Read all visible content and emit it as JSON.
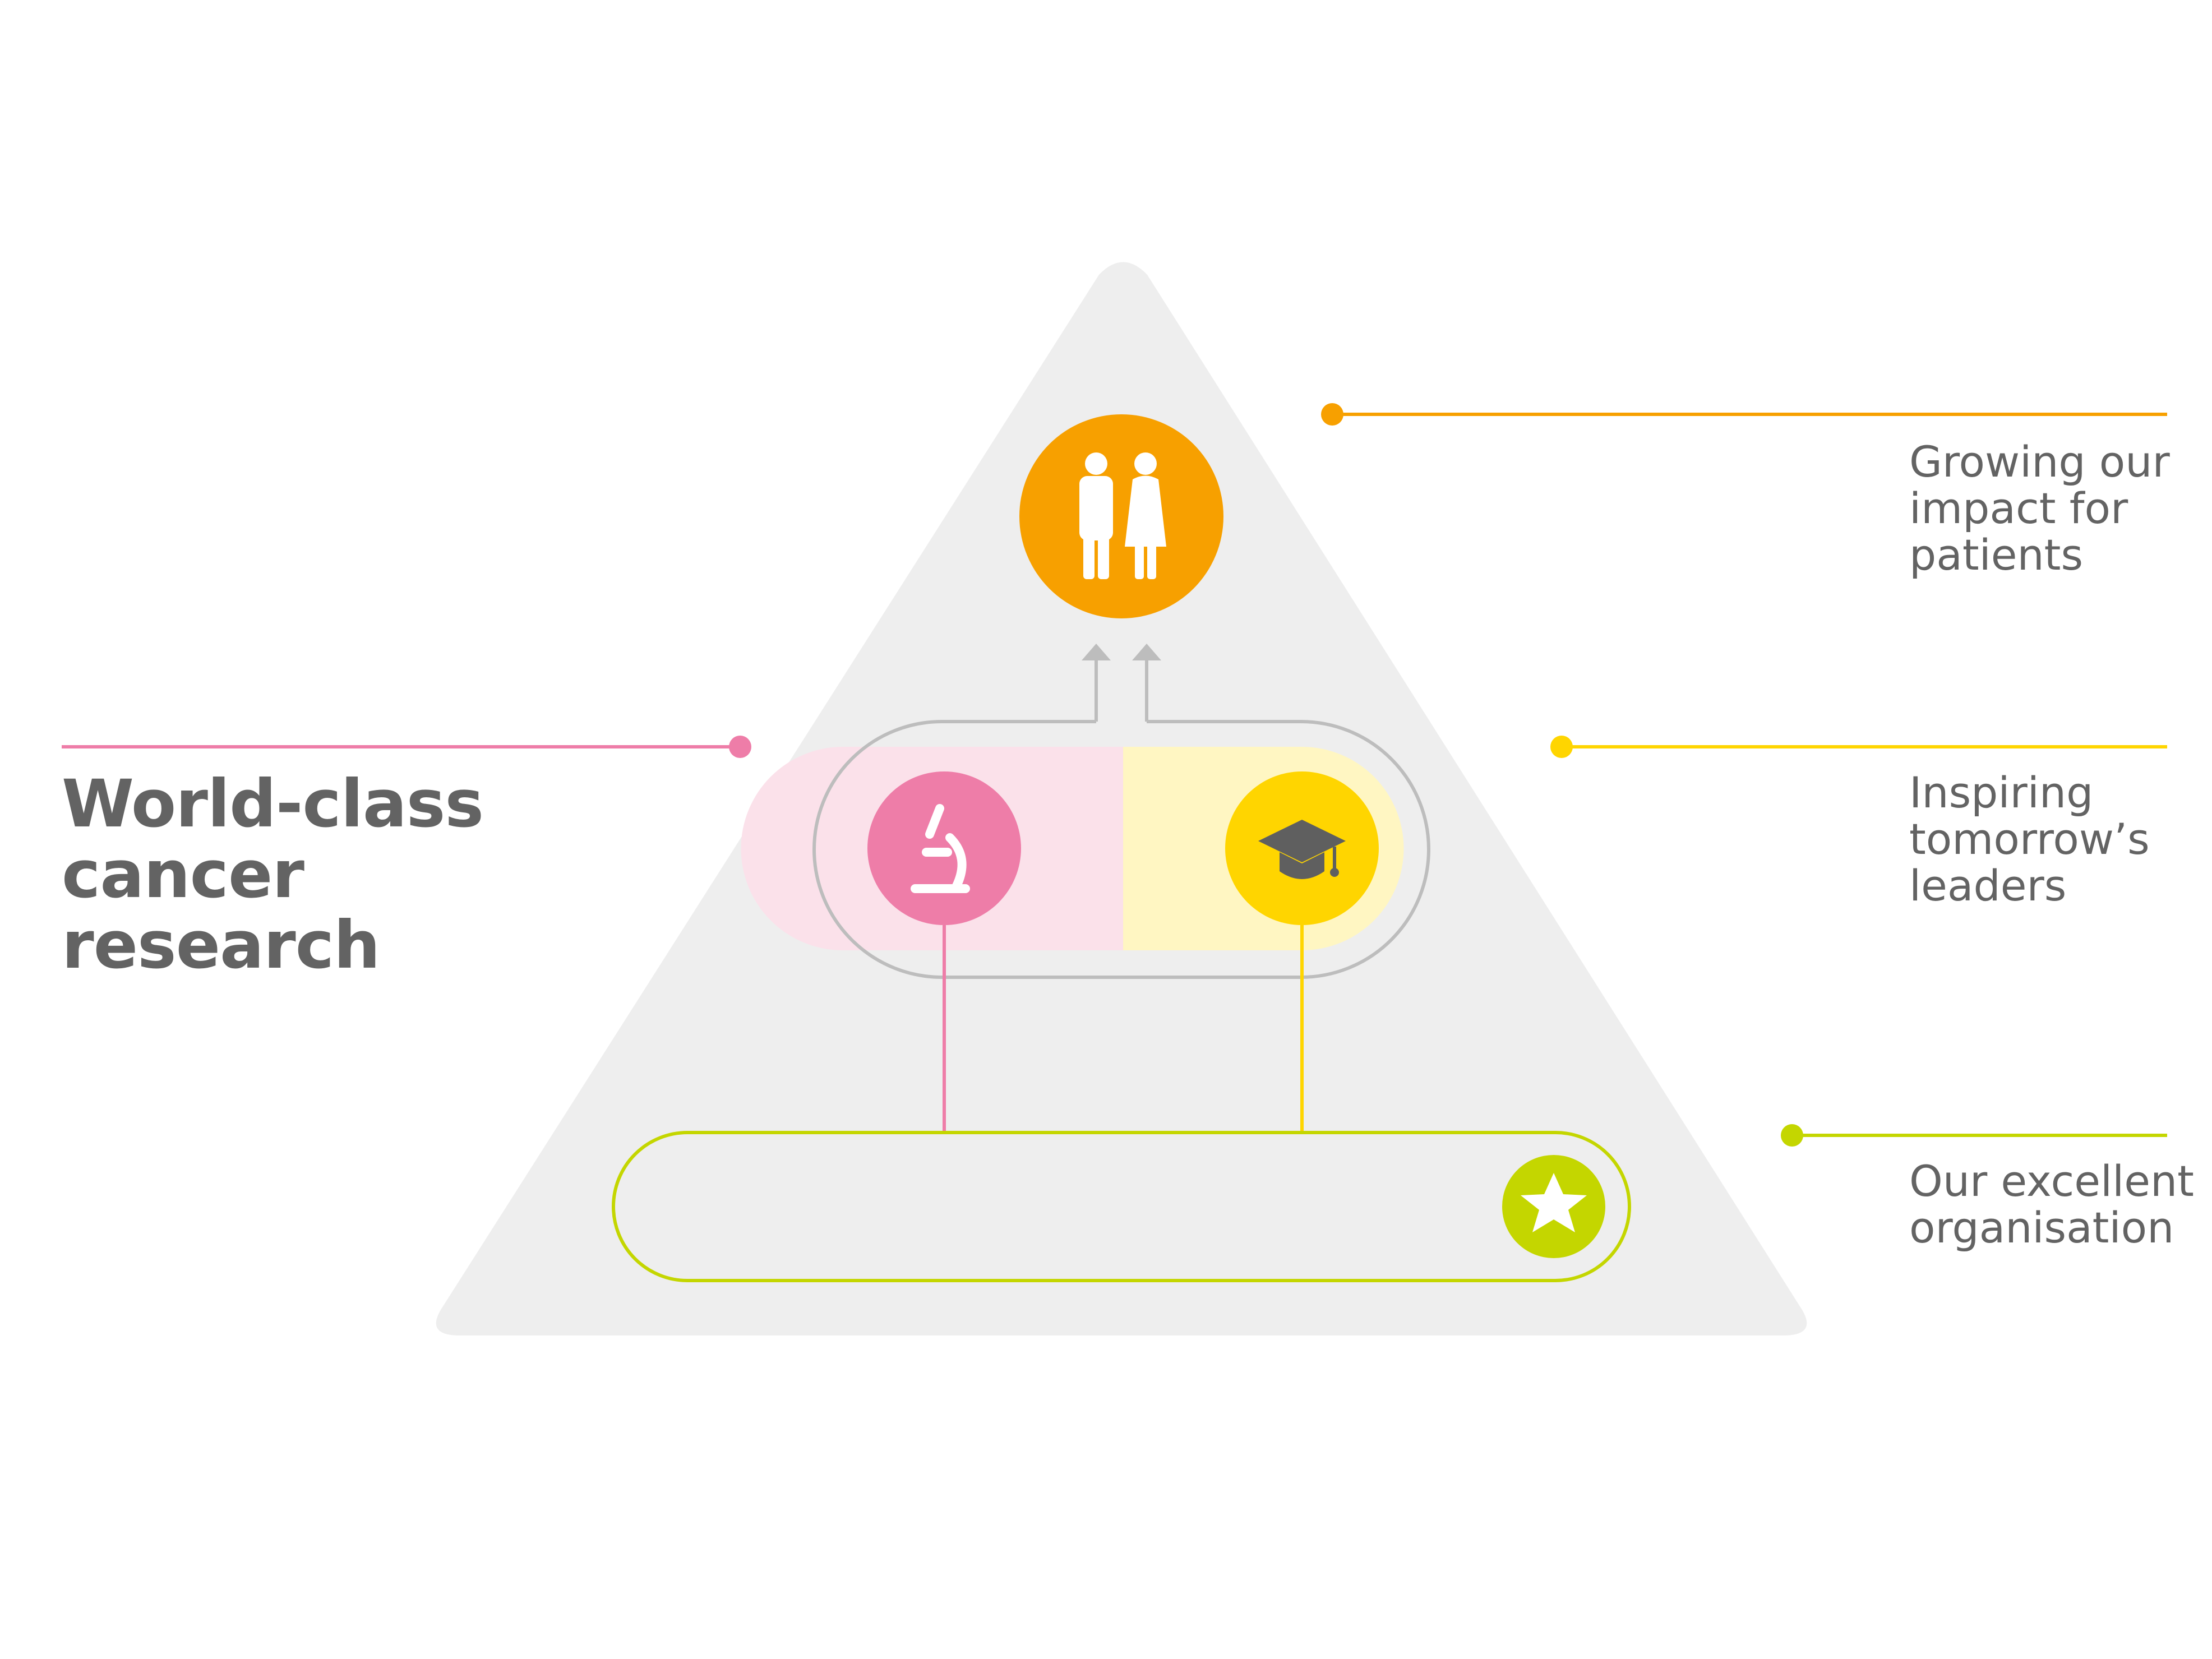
{
  "pillars": {
    "patients": {
      "label": [
        "Growing our",
        "impact for",
        "patients"
      ],
      "icon": "people-icon",
      "color": "#F7A000"
    },
    "research": {
      "label": [
        "World-class",
        "cancer",
        "research"
      ],
      "icon": "microscope-icon",
      "color": "#EE7DA8"
    },
    "leaders": {
      "label": [
        "Inspiring",
        "tomorrow’s",
        "leaders"
      ],
      "icon": "graduation-cap-icon",
      "color": "#FFD500"
    },
    "organisation": {
      "label": [
        "Our excellent",
        "organisation"
      ],
      "icon": "star-icon",
      "color": "#C4D600"
    }
  },
  "colors": {
    "pyramid": "#EEEEEE",
    "text": "#636363",
    "connector": "#BDBDBD",
    "research_tint": "#FBE1EA",
    "leaders_tint": "#FFF6C2",
    "icon_dark": "#5F5F5F"
  }
}
